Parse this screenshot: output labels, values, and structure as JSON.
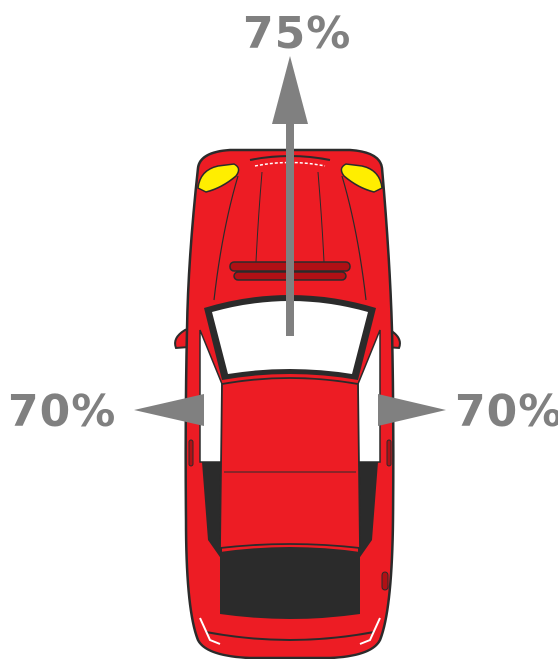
{
  "labels": {
    "front": "75%",
    "left": "70%",
    "right": "70%"
  },
  "colors": {
    "label": "#808080",
    "arrow": "#808080",
    "car_body": "#ed1c24",
    "car_outline": "#2b2b2b",
    "windows": "#ffffff",
    "rear_glass": "#2b2b2b",
    "headlights": "#ffee00"
  }
}
